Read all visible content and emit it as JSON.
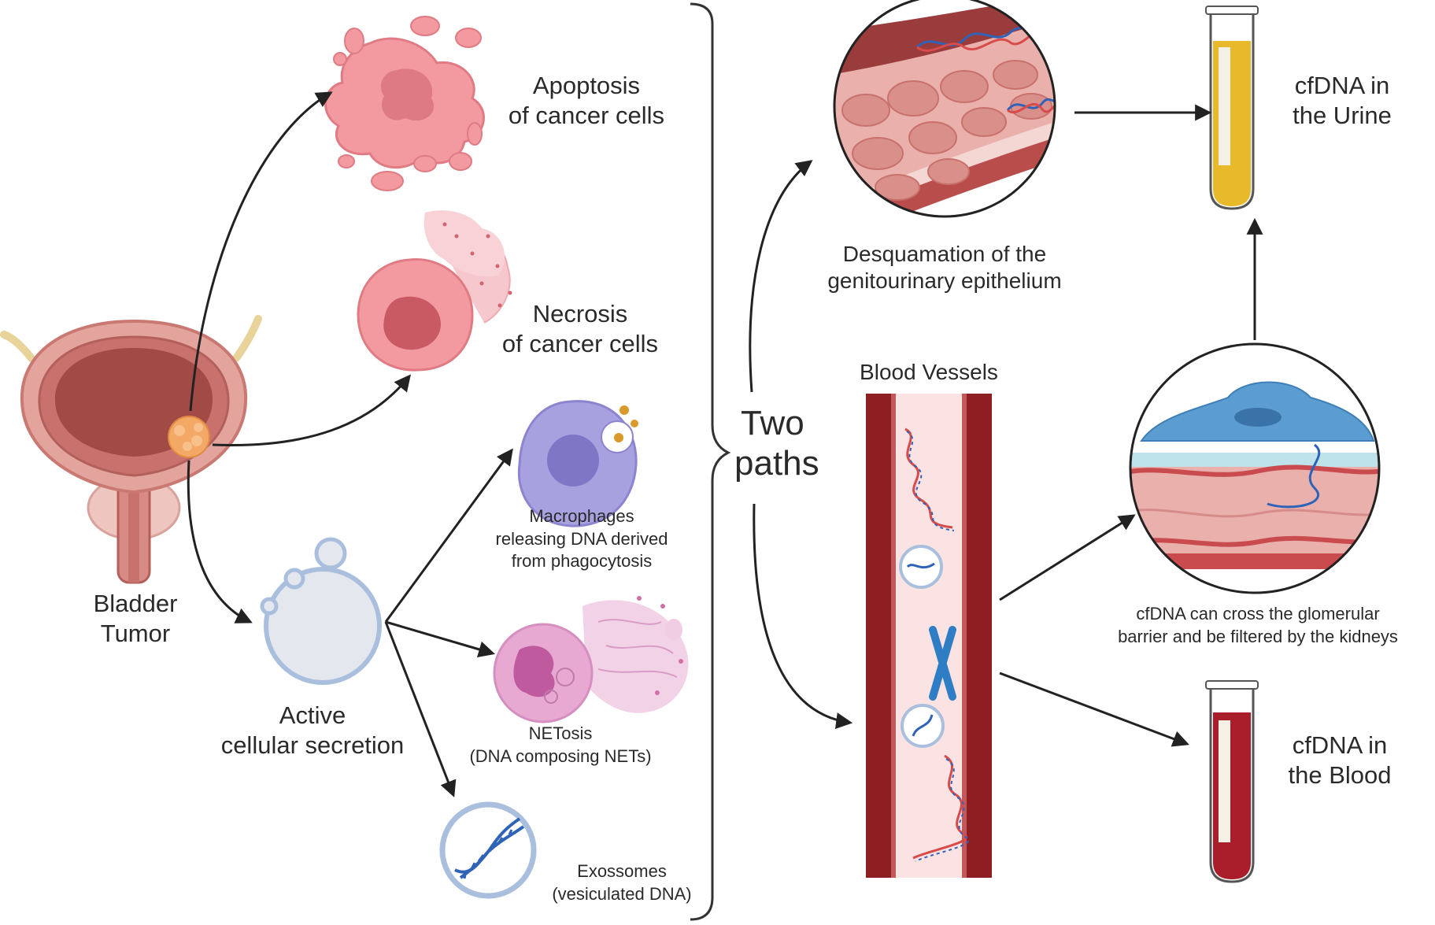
{
  "colors": {
    "arrow": "#222222",
    "bladder_tissue": "#c9716c",
    "bladder_lumen": "#a24a45",
    "tumor": "#f4a866",
    "apoptosis_cell": "#f29aa0",
    "vesicle_outline": "#a9bfdd",
    "macrophage": "#a7a1e0",
    "neutrophil": "#dc8ec6",
    "vessel_wall": "#8e1e22",
    "vessel_lumen": "#fbe3e3",
    "dna_blue": "#2f63b8",
    "dna_red": "#d84b4b",
    "endothelial_cell": "#5b9cd1",
    "urine": "#e9b92c",
    "blood": "#a91e2a"
  },
  "labels": {
    "bladder_tumor": [
      "Bladder",
      "Tumor"
    ],
    "apoptosis": [
      "Apoptosis",
      "of cancer cells"
    ],
    "necrosis": [
      "Necrosis",
      "of cancer cells"
    ],
    "active_secretion": [
      "Active",
      "cellular secretion"
    ],
    "macrophages": [
      "Macrophages",
      "releasing DNA derived",
      "from phagocytosis"
    ],
    "netosis": [
      "NETosis",
      "(DNA composing NETs)"
    ],
    "exosomes": [
      "Exossomes",
      "(vesiculated DNA)"
    ],
    "two_paths": [
      "Two",
      "paths"
    ],
    "desquamation": [
      "Desquamation of the",
      "genitourinary epithelium"
    ],
    "blood_vessels": "Blood Vessels",
    "glomerular": [
      "cfDNA can cross the glomerular",
      "barrier and be filtered by the kidneys"
    ],
    "cfdna_urine": [
      "cfDNA in",
      "the Urine"
    ],
    "cfdna_blood": [
      "cfDNA in",
      "the Blood"
    ]
  },
  "icons": [
    "bladder-icon",
    "tumor-icon",
    "apoptotic-cell-icon",
    "necrotic-cell-icon",
    "secreting-cell-icon",
    "macrophage-icon",
    "neutrophil-icon",
    "exosome-icon",
    "epithelium-icon",
    "blood-vessel-icon",
    "glomerular-barrier-icon",
    "urine-tube-icon",
    "blood-tube-icon"
  ]
}
